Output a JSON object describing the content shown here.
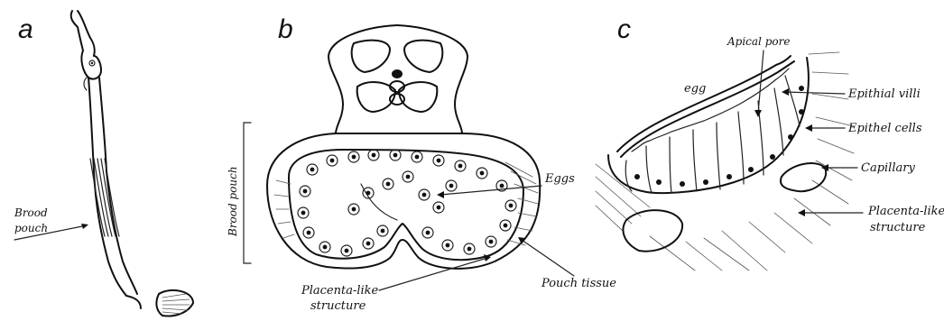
{
  "panels": {
    "a": {
      "letter": "a",
      "labels": {
        "brood_pouch": [
          "Brood",
          "pouch"
        ]
      }
    },
    "b": {
      "letter": "b",
      "labels": {
        "brood_pouch_vertical": "Brood pouch",
        "eggs": "Eggs",
        "placenta_like": [
          "Placenta-like",
          "structure"
        ],
        "pouch_tissue": "Pouch tissue"
      }
    },
    "c": {
      "letter": "c",
      "labels": {
        "apical_pore": "Apical pore",
        "egg": "egg",
        "epithial_villi": "Epithial villi",
        "epithel_cells": "Epithel cells",
        "capillary": "Capillary",
        "placenta_like": [
          "Placenta-like",
          "structure"
        ]
      }
    }
  }
}
